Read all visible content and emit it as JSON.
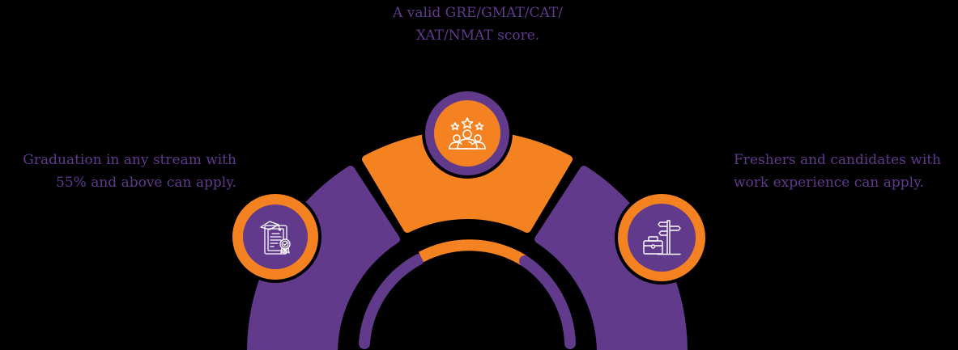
{
  "colors": {
    "background": "#000000",
    "purple": "#613A8C",
    "orange": "#F58220",
    "text": "#5F3A8E",
    "icon_stroke": "#FFFFFF"
  },
  "criteria": {
    "top": {
      "lines": [
        "A valid GRE/GMAT/CAT/",
        "XAT/NMAT score."
      ],
      "icon": "team-rating-icon"
    },
    "left": {
      "lines": [
        "Graduation in any stream with",
        "55% and above can apply."
      ],
      "icon": "certificate-graduation-icon"
    },
    "right": {
      "lines": [
        "Freshers and candidates with",
        "work experience can apply."
      ],
      "icon": "briefcase-signpost-icon"
    }
  }
}
